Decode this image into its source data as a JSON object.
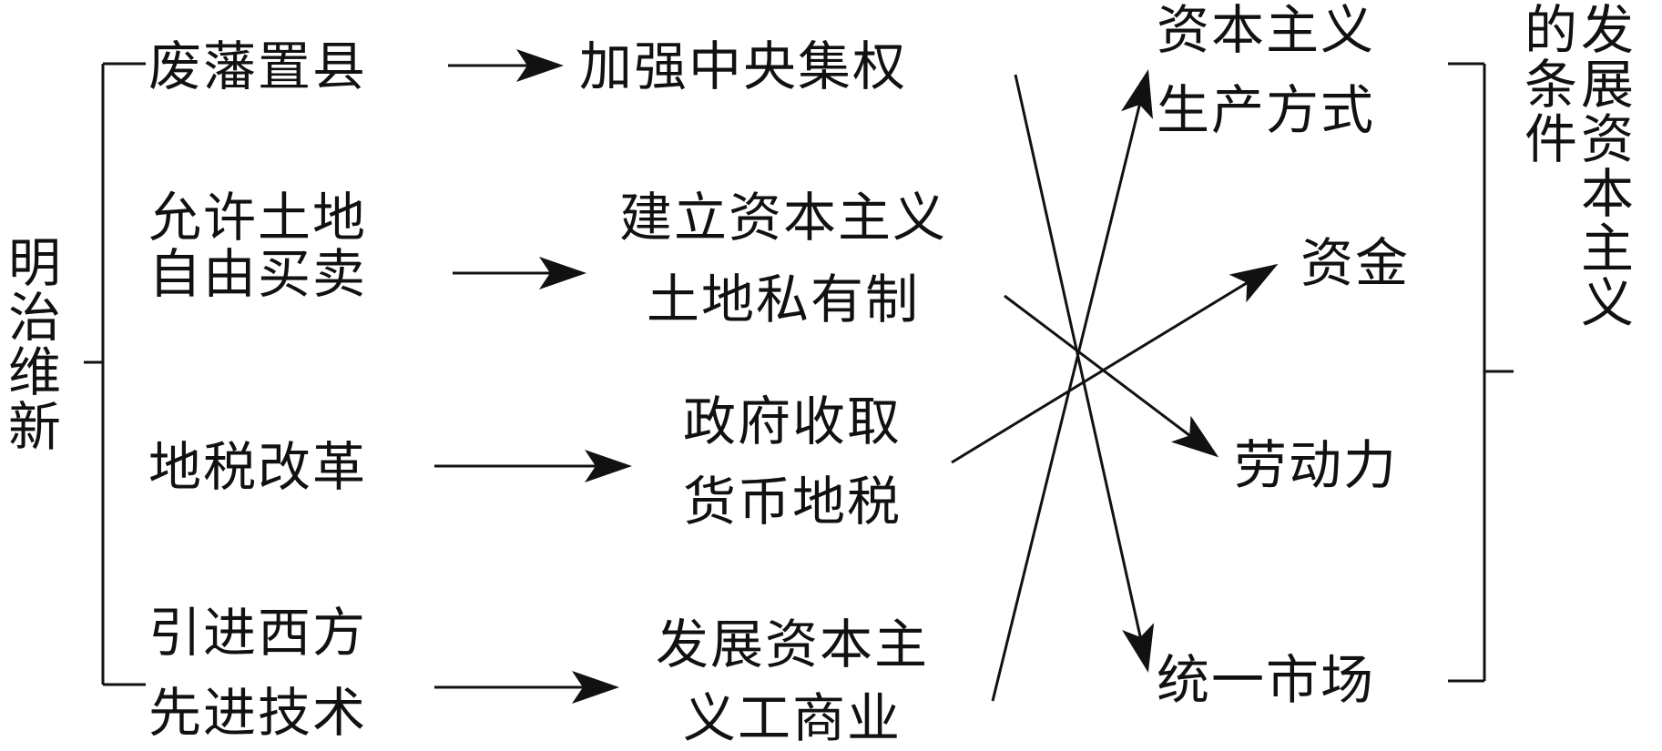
{
  "root": "明治维新",
  "reforms": [
    {
      "lines": [
        "废藩置县"
      ]
    },
    {
      "lines": [
        "允许土地",
        "自由买卖"
      ]
    },
    {
      "lines": [
        "地税改革"
      ]
    },
    {
      "lines": [
        "引进西方",
        "先进技术"
      ]
    }
  ],
  "results": [
    {
      "lines": [
        "加强中央集权"
      ]
    },
    {
      "lines": [
        "建立资本主义",
        "土地私有制"
      ]
    },
    {
      "lines": [
        "政府收取",
        "货币地税"
      ]
    },
    {
      "lines": [
        "发展资本主",
        "义工商业"
      ]
    }
  ],
  "conditions": [
    {
      "lines": [
        "资本主义",
        "生产方式"
      ]
    },
    {
      "lines": [
        "资金"
      ]
    },
    {
      "lines": [
        "劳动力"
      ]
    },
    {
      "lines": [
        "统一市场"
      ]
    }
  ],
  "summary": "发展资本主义的条件",
  "colors": {
    "ink": "#111111",
    "background": "#ffffff"
  }
}
